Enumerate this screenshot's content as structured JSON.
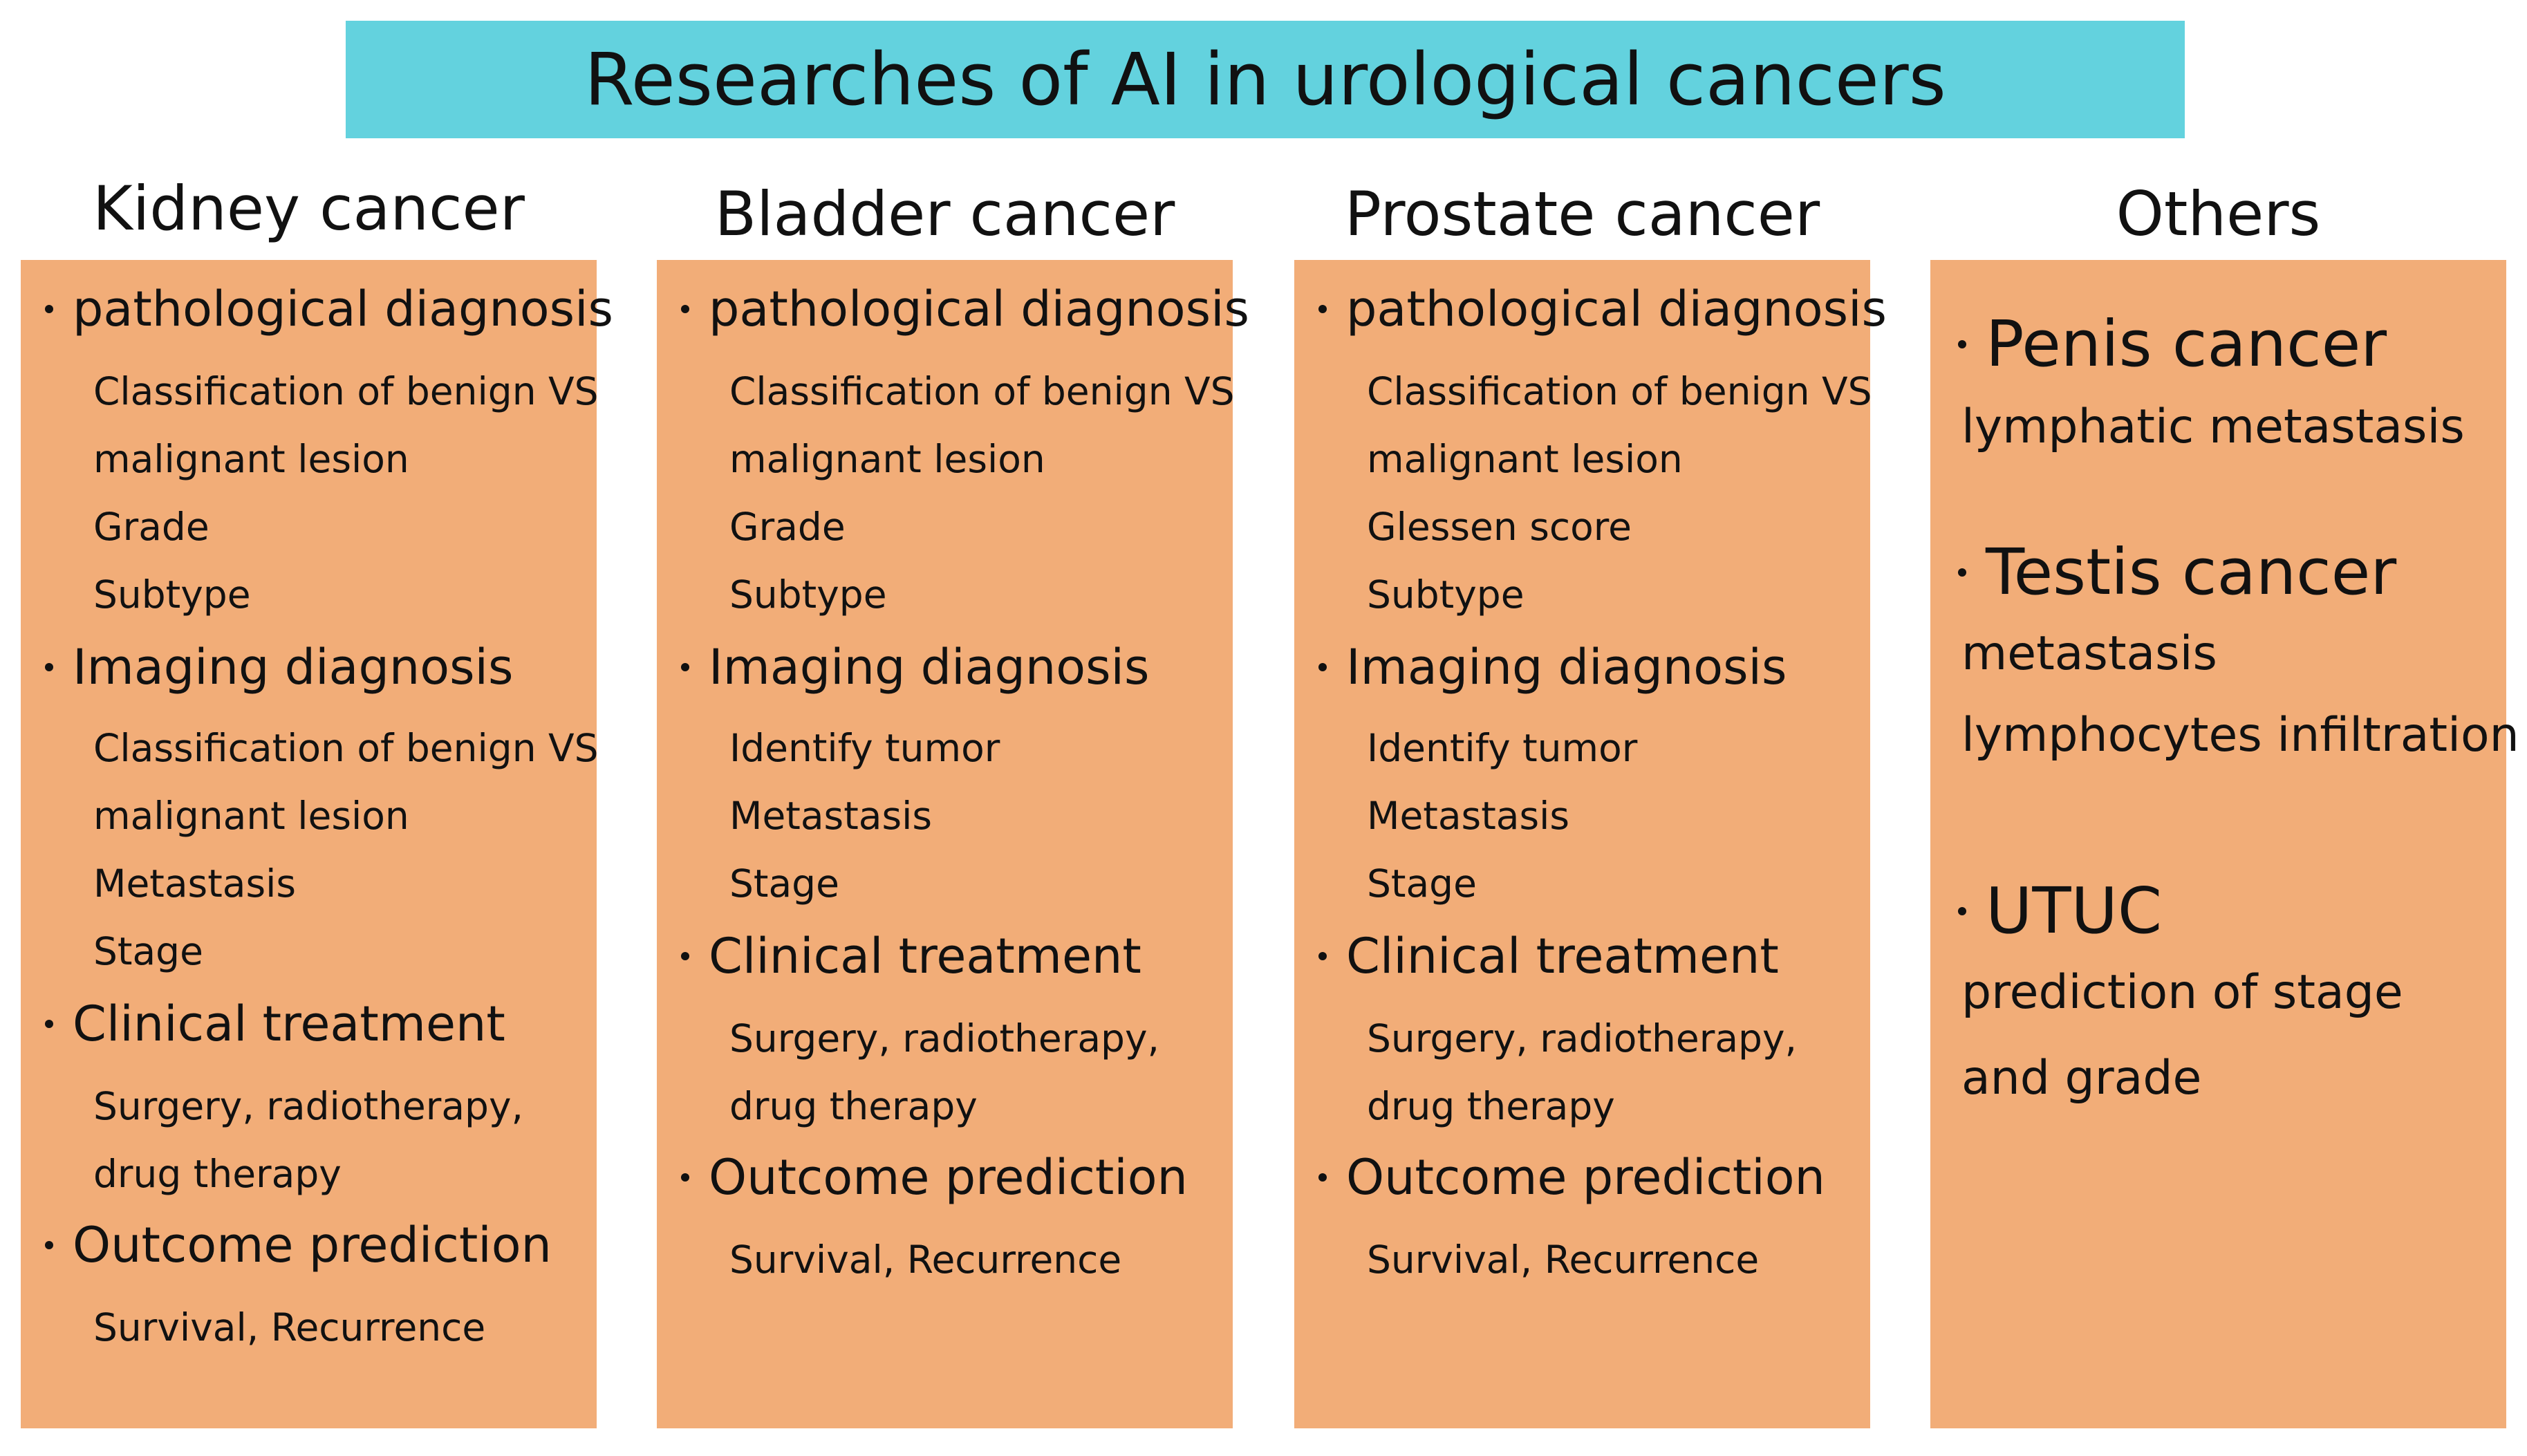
{
  "title": "Researches of AI in urological cancers",
  "colors": {
    "title_bar": "#63d2de",
    "column_box": "#f2ad78",
    "text": "#111111"
  },
  "columns": [
    {
      "heading": "Kidney cancer",
      "sections": [
        {
          "label": "pathological diagnosis",
          "items": [
            "Classification of benign VS",
            "malignant lesion",
            "Grade",
            "Subtype"
          ]
        },
        {
          "label": "Imaging diagnosis",
          "items": [
            "Classification of benign VS",
            "malignant lesion",
            "Metastasis",
            "Stage"
          ]
        },
        {
          "label": "Clinical treatment",
          "items": [
            "Surgery, radiotherapy,",
            "drug therapy"
          ]
        },
        {
          "label": "Outcome prediction",
          "items": [
            "Survival, Recurrence"
          ]
        }
      ]
    },
    {
      "heading": "Bladder cancer",
      "sections": [
        {
          "label": "pathological diagnosis",
          "items": [
            "Classification of benign VS",
            "malignant lesion",
            "Grade",
            "Subtype"
          ]
        },
        {
          "label": "Imaging diagnosis",
          "items": [
            "Identify tumor",
            "Metastasis",
            "Stage"
          ]
        },
        {
          "label": "Clinical treatment",
          "items": [
            "Surgery, radiotherapy,",
            "drug therapy"
          ]
        },
        {
          "label": "Outcome prediction",
          "items": [
            "Survival, Recurrence"
          ]
        }
      ]
    },
    {
      "heading": "Prostate cancer",
      "sections": [
        {
          "label": "pathological diagnosis",
          "items": [
            "Classification of benign VS",
            "malignant lesion",
            "Glessen score",
            "Subtype"
          ]
        },
        {
          "label": "Imaging diagnosis",
          "items": [
            "Identify tumor",
            "Metastasis",
            "Stage"
          ]
        },
        {
          "label": "Clinical treatment",
          "items": [
            "Surgery, radiotherapy,",
            "drug therapy"
          ]
        },
        {
          "label": "Outcome prediction",
          "items": [
            "Survival, Recurrence"
          ]
        }
      ]
    },
    {
      "heading": "Others",
      "sections": [
        {
          "label": "Penis cancer",
          "items": [
            "lymphatic metastasis"
          ]
        },
        {
          "label": "Testis cancer",
          "items": [
            "metastasis",
            "lymphocytes infiltration"
          ]
        },
        {
          "label": "UTUC",
          "items": [
            "prediction of stage",
            "and grade"
          ]
        }
      ]
    }
  ]
}
